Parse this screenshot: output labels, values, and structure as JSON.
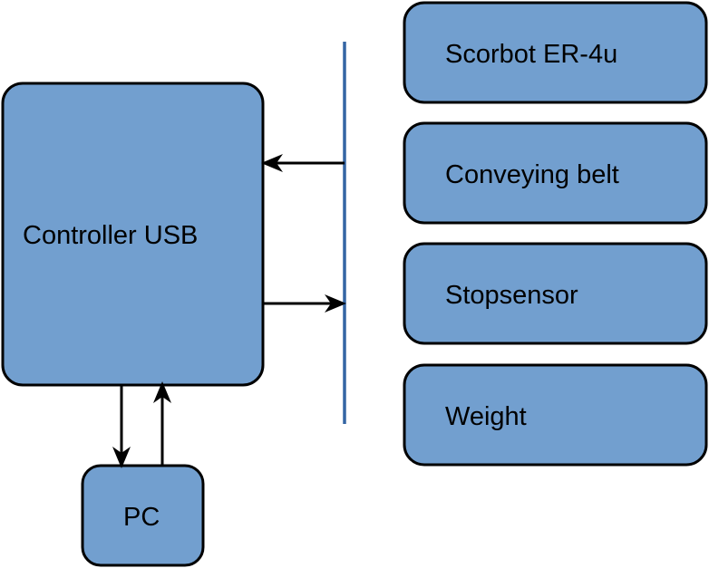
{
  "diagram": {
    "controller": {
      "label": "Controller USB"
    },
    "pc": {
      "label": "PC"
    },
    "devices": [
      {
        "label": "Scorbot ER-4u"
      },
      {
        "label": "Conveying belt"
      },
      {
        "label": "Stopsensor"
      },
      {
        "label": "Weight"
      }
    ]
  },
  "colors": {
    "box_fill": "#729fcf",
    "bus_line": "#3465a4",
    "outline": "#000000"
  }
}
